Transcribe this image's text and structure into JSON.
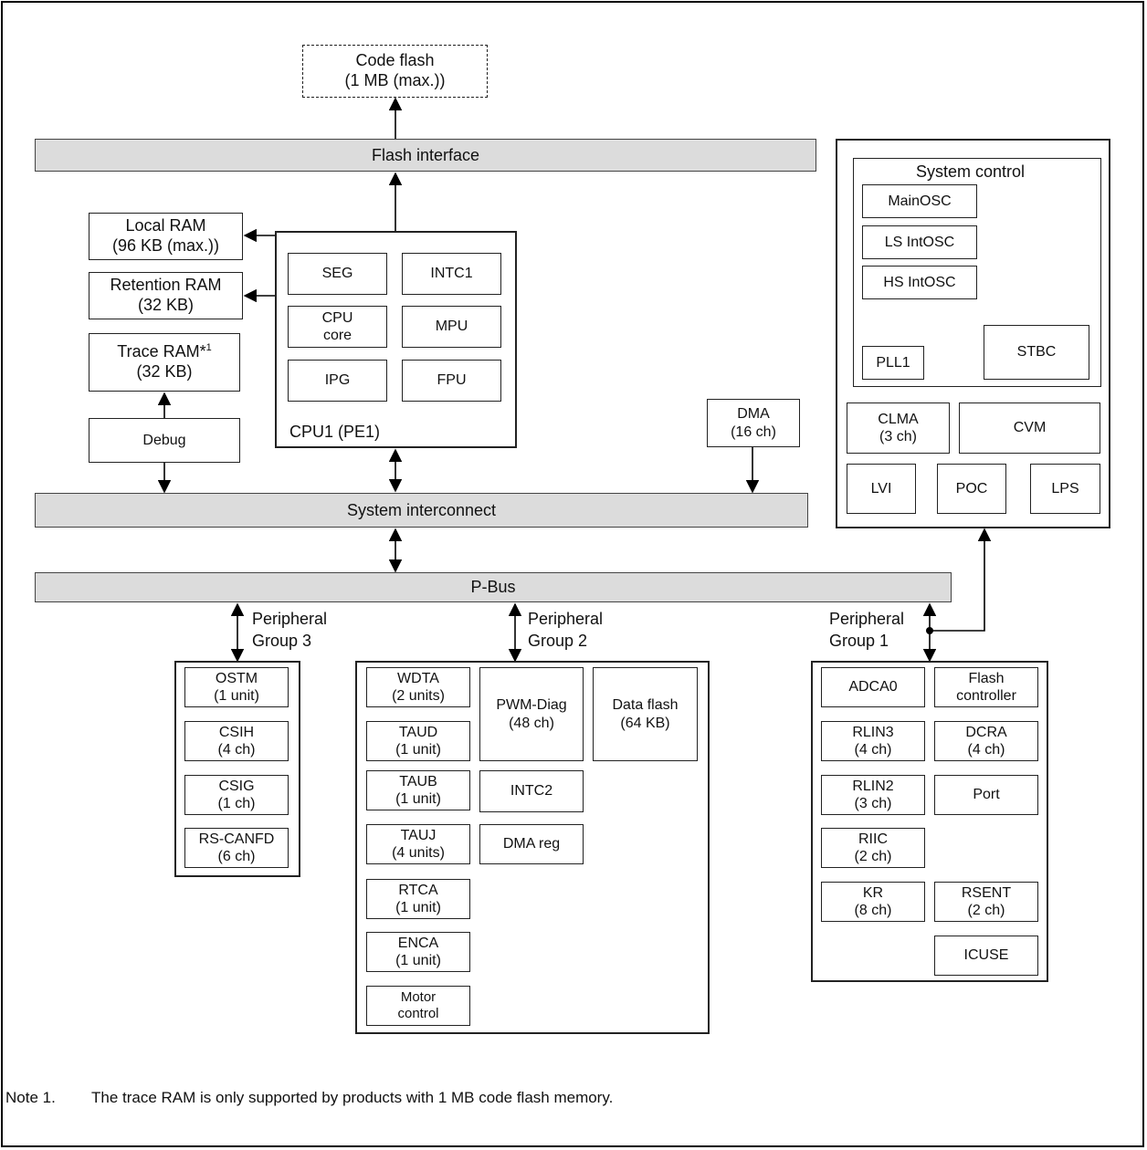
{
  "code_flash": {
    "line1": "Code flash",
    "line2": "(1 MB (max.))"
  },
  "flash_interface": "Flash interface",
  "local_ram": {
    "line1": "Local RAM",
    "line2": "(96 KB (max.))"
  },
  "retention_ram": {
    "line1": "Retention RAM",
    "line2": "(32 KB)"
  },
  "trace_ram": {
    "line1": "Trace RAM*",
    "sup": "1",
    "line2": "(32 KB)"
  },
  "debug": "Debug",
  "cpu": {
    "label": "CPU1 (PE1)",
    "seg": "SEG",
    "intc1": "INTC1",
    "cpu_core": {
      "line1": "CPU",
      "line2": "core"
    },
    "mpu": "MPU",
    "ipg": "IPG",
    "fpu": "FPU"
  },
  "dma": {
    "line1": "DMA",
    "line2": "(16 ch)"
  },
  "system_interconnect": "System interconnect",
  "pbus": "P-Bus",
  "system_control": {
    "title": "System control",
    "mainosc": "MainOSC",
    "ls_intosc": "LS IntOSC",
    "hs_intosc": "HS IntOSC",
    "pll1": "PLL1",
    "stbc": "STBC",
    "clma": {
      "line1": "CLMA",
      "line2": "(3 ch)"
    },
    "cvm": "CVM",
    "lvi": "LVI",
    "poc": "POC",
    "lps": "LPS"
  },
  "group3": {
    "label1": "Peripheral",
    "label2": "Group 3",
    "ostm": {
      "line1": "OSTM",
      "line2": "(1 unit)"
    },
    "csih": {
      "line1": "CSIH",
      "line2": "(4 ch)"
    },
    "csig": {
      "line1": "CSIG",
      "line2": "(1 ch)"
    },
    "rscanfd": {
      "line1": "RS-CANFD",
      "line2": "(6 ch)"
    }
  },
  "group2": {
    "label1": "Peripheral",
    "label2": "Group 2",
    "wdta": {
      "line1": "WDTA",
      "line2": "(2 units)"
    },
    "taud": {
      "line1": "TAUD",
      "line2": "(1 unit)"
    },
    "taub": {
      "line1": "TAUB",
      "line2": "(1 unit)"
    },
    "tauj": {
      "line1": "TAUJ",
      "line2": "(4 units)"
    },
    "rtca": {
      "line1": "RTCA",
      "line2": "(1 unit)"
    },
    "enca": {
      "line1": "ENCA",
      "line2": "(1 unit)"
    },
    "motor": {
      "line1": "Motor",
      "line2": "control"
    },
    "pwm_diag": {
      "line1": "PWM-Diag",
      "line2": "(48 ch)"
    },
    "data_flash": {
      "line1": "Data flash",
      "line2": "(64 KB)"
    },
    "intc2": "INTC2",
    "dma_reg": "DMA reg"
  },
  "group1": {
    "label1": "Peripheral",
    "label2": "Group 1",
    "adca0": "ADCA0",
    "flash_ctrl": {
      "line1": "Flash",
      "line2": "controller"
    },
    "rlin3": {
      "line1": "RLIN3",
      "line2": "(4 ch)"
    },
    "dcra": {
      "line1": "DCRA",
      "line2": "(4 ch)"
    },
    "rlin2": {
      "line1": "RLIN2",
      "line2": "(3 ch)"
    },
    "port": "Port",
    "riic": {
      "line1": "RIIC",
      "line2": "(2 ch)"
    },
    "kr": {
      "line1": "KR",
      "line2": "(8 ch)"
    },
    "rsent": {
      "line1": "RSENT",
      "line2": "(2 ch)"
    },
    "icuse": "ICUSE"
  },
  "note": {
    "number": "Note 1.",
    "text": "The trace RAM is only supported by products with 1 MB code flash memory."
  }
}
